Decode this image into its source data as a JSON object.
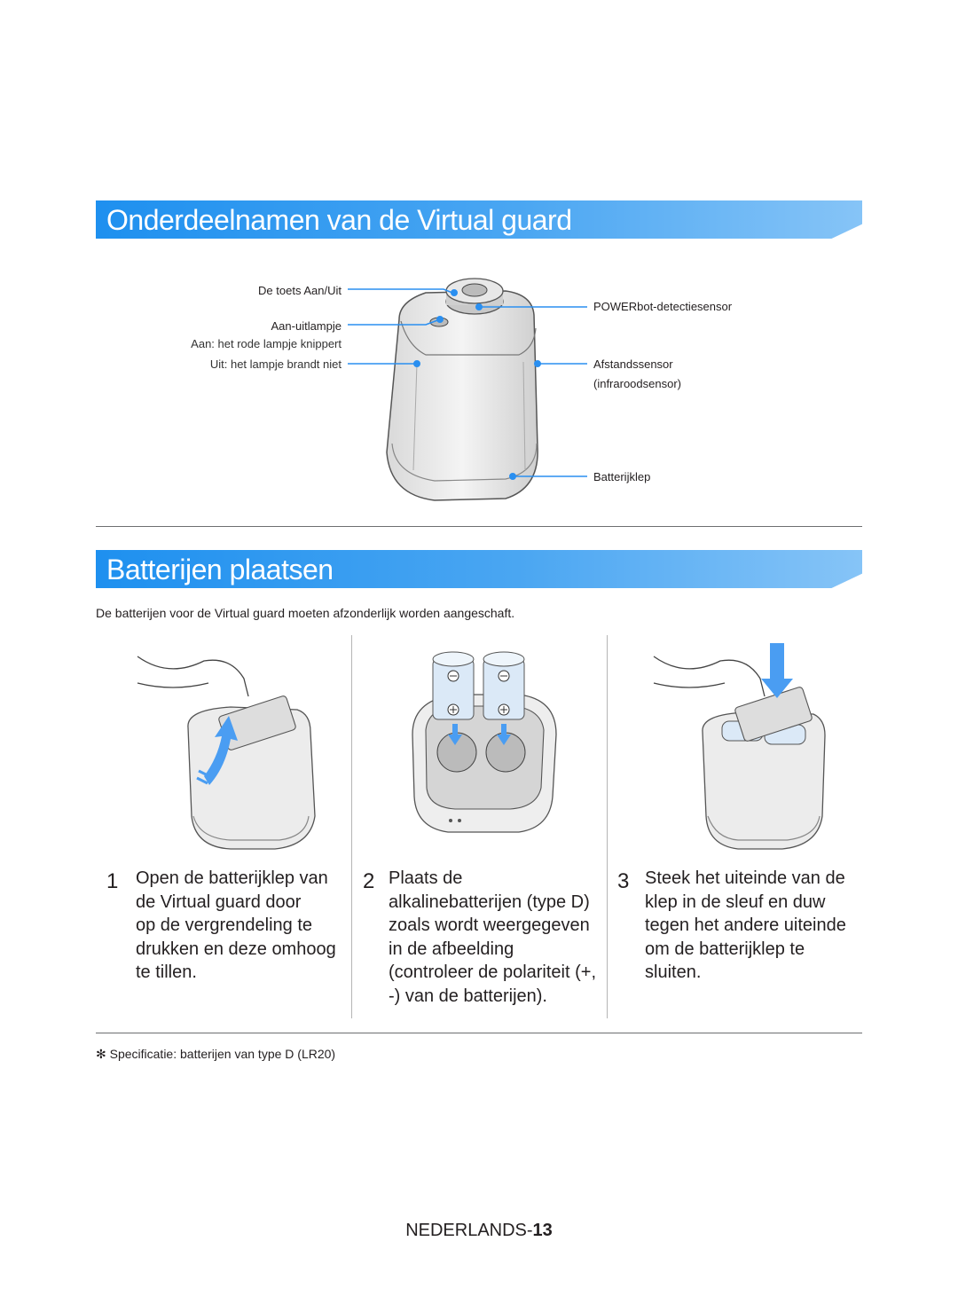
{
  "sections": {
    "parts_title": "Onderdeelnamen van de Virtual guard",
    "batteries_title": "Batterijen plaatsen"
  },
  "parts_diagram": {
    "callouts": {
      "power_button": "De toets Aan/Uit",
      "indicator_lamp": "Aan-uitlampje",
      "indicator_on": "Aan: het rode lampje knippert",
      "indicator_off": "Uit: het lampje brandt niet",
      "powerbot_sensor": "POWERbot-detectiesensor",
      "distance_sensor": "Afstandssensor",
      "distance_sensor_sub": "(infraroodsensor)",
      "battery_cover": "Batterijklep"
    },
    "colors": {
      "callout_line": "#2a8ff0",
      "banner": "#3a9cf0"
    }
  },
  "battery_intro": "De batterijen voor de Virtual guard moeten afzonderlijk worden aangeschaft.",
  "steps": [
    {
      "number": "1",
      "lines": [
        "Open de batterijklep van",
        "de Virtual guard door",
        "op de vergrendeling te",
        "drukken en deze omhoog",
        "te tillen."
      ]
    },
    {
      "number": "2",
      "lines": [
        "Plaats de",
        "alkalinebatterijen (type D)",
        "zoals wordt weergegeven",
        "in de afbeelding",
        "(controleer de polariteit (+,",
        "-) van de batterijen)."
      ]
    },
    {
      "number": "3",
      "lines": [
        "Steek het uiteinde van de",
        "klep in de sleuf en duw",
        "tegen het andere uiteinde",
        "om de batterijklep te",
        "sluiten."
      ]
    }
  ],
  "note": "✻ Specificatie: batterijen van type D (LR20)",
  "footer": {
    "language": "NEDERLANDS-",
    "page": "13"
  },
  "icons": [
    "device-illustration",
    "open-cover-illustration",
    "battery-insert-illustration",
    "close-cover-illustration",
    "up-arrow-icon",
    "down-arrow-icon",
    "plus-polarity-icon",
    "minus-polarity-icon"
  ]
}
